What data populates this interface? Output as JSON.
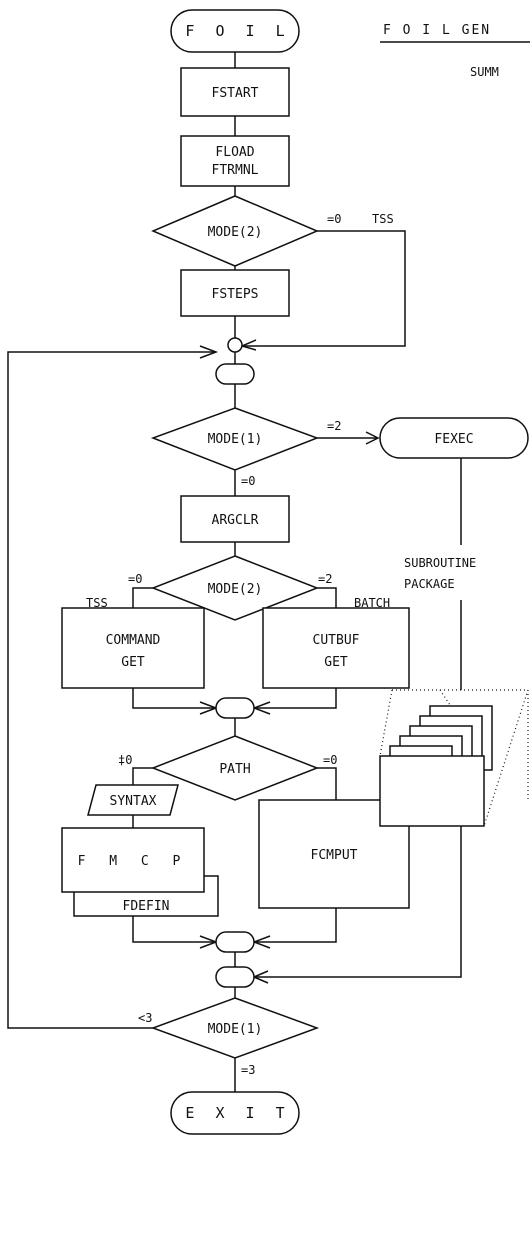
{
  "header": {
    "title": "F O I L  GEN",
    "subtitle": "SUMM"
  },
  "nodes": {
    "foil": "F O I L",
    "fstart": "FSTART",
    "fload_1": "FLOAD",
    "fload_2": "FTRMNL",
    "mode2_a": "MODE(2)",
    "fsteps": "FSTEPS",
    "mode1_a": "MODE(1)",
    "fexec": "FEXEC",
    "argclr": "ARGCLR",
    "mode2_b": "MODE(2)",
    "command_1": "COMMAND",
    "command_2": "GET",
    "cutbuf_1": "CUTBUF",
    "cutbuf_2": "GET",
    "path": "PATH",
    "syntax": "SYNTAX",
    "fmcp": "F M C P",
    "fdefin": "FDEFIN",
    "fcmput": "FCMPUT",
    "mode1_b": "MODE(1)",
    "exit": "E X I T"
  },
  "edge_labels": {
    "mode2a_eq0": "=0",
    "mode2a_tss": "TSS",
    "mode1a_eq2": "=2",
    "mode1a_eq0": "=0",
    "mode2b_eq0": "=0",
    "mode2b_eq2": "=2",
    "tss": "TSS",
    "batch": "BATCH",
    "path_ne0": "‡0",
    "path_eq0": "=0",
    "mode1b_lt3": "<3",
    "mode1b_eq3": "=3"
  },
  "annotation": {
    "line1": "SUBROUTINE",
    "line2": "PACKAGE"
  }
}
